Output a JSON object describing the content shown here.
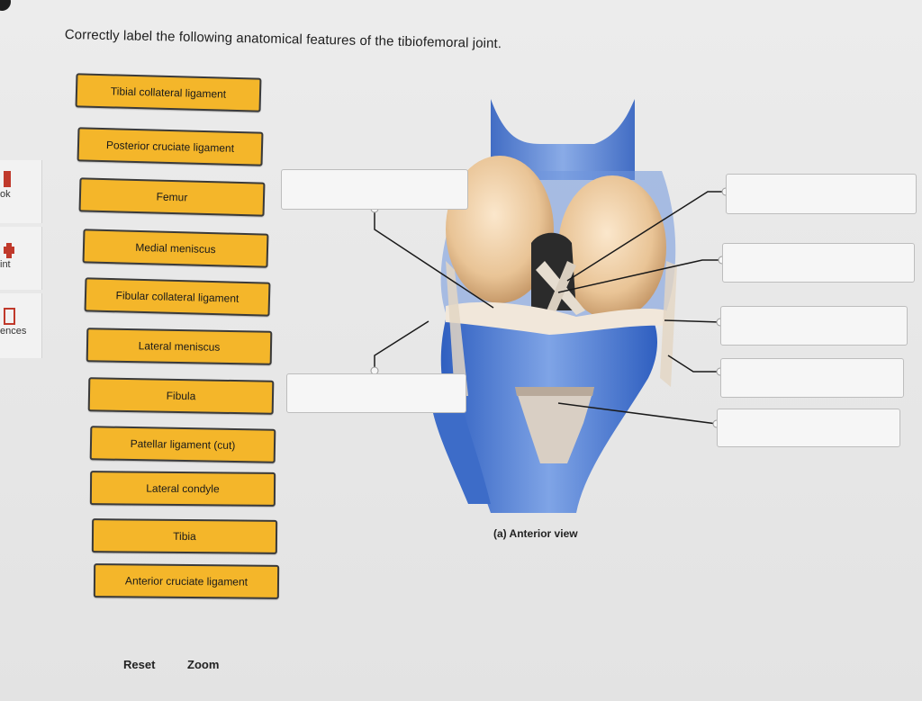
{
  "question": "Correctly label the following anatomical features of the tibiofemoral joint.",
  "sidebar": {
    "items": [
      {
        "label": "ok",
        "icon": "book-icon"
      },
      {
        "label": "int",
        "icon": "print-icon"
      },
      {
        "label": "ences",
        "icon": "references-icon"
      }
    ]
  },
  "labels": [
    "Tibial collateral ligament",
    "Posterior cruciate ligament",
    "Femur",
    "Medial meniscus",
    "Fibular collateral ligament",
    "Lateral meniscus",
    "Fibula",
    "Patellar ligament (cut)",
    "Lateral condyle",
    "Tibia",
    "Anterior cruciate ligament"
  ],
  "figure": {
    "caption": "(a) Anterior view"
  },
  "colors": {
    "tile": "#f4b62a",
    "tile_border": "#3a3a3a",
    "bone_blue": "#4f7fd0",
    "cartilage": "#e8c9a0"
  },
  "controls": {
    "reset": "Reset",
    "zoom": "Zoom"
  }
}
